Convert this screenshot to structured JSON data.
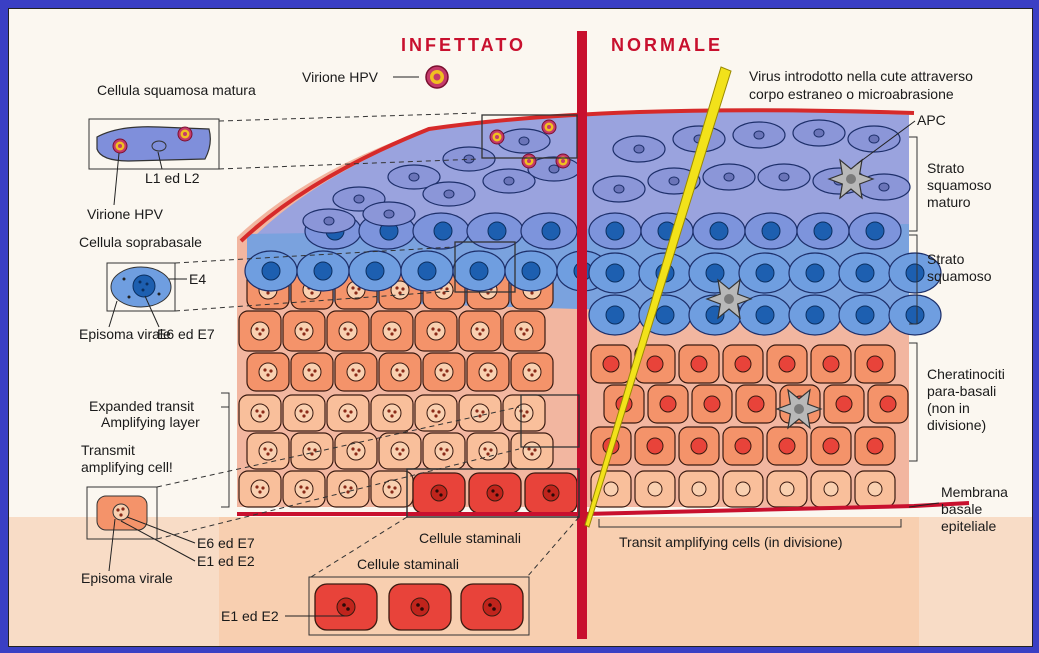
{
  "headings": {
    "infected": "INFETTATO",
    "normal": "NORMALE"
  },
  "labels": {
    "virion_hpv_top": "Virione HPV",
    "mature_squamous_cell": "Cellula squamosa matura",
    "l1_l2": "L1 ed L2",
    "virion_hpv_left": "Virione HPV",
    "suprabasal_cell": "Cellula soprabasale",
    "e4": "E4",
    "viral_episome": "Episoma virale",
    "e6_e7_left": "E6 ed E7",
    "expanded_transit_1": "Expanded transit",
    "expanded_transit_2": "Amplifying layer",
    "transit_amplifying_1": "Transmit",
    "transit_amplifying_2": "amplifying cell!",
    "e6_e7_bottom": "E6 ed E7",
    "e1_e2": "E1 ed E2",
    "episome_bottom": "Episoma virale",
    "stem_cells_center": "Cellule staminali",
    "stem_cells_bottom": "Cellule staminali",
    "e1_e2_bottom": "E1 ed E2",
    "virus_entry_1": "Virus introdotto nella cute attraverso",
    "virus_entry_2": "corpo estraneo o microabrasione",
    "apc": "APC",
    "mature_layer_1": "Strato",
    "mature_layer_2": "squamoso",
    "mature_layer_3": "maturo",
    "squamous_layer_1": "Strato",
    "squamous_layer_2": "squamoso",
    "parabasal_1": "Cheratinociti",
    "parabasal_2": "para-basali",
    "parabasal_3": "(non in",
    "parabasal_4": "divisione)",
    "transit_cells_normal": "Transit amplifying cells (in divisione)",
    "basal_membrane_1": "Membrana",
    "basal_membrane_2": "basale",
    "basal_membrane_3": "epiteliale"
  },
  "colors": {
    "divider": "#c8102e",
    "mature_layer": "#8b96d8",
    "squamous_layer": "#6f9ee0",
    "nucleus_blue": "#1d5fb0",
    "parabasal": "#f4936a",
    "transit": "#f9bf9b",
    "stem": "#e8433a",
    "dermis": "#f8cfb0",
    "needle": "#f2e21a"
  }
}
